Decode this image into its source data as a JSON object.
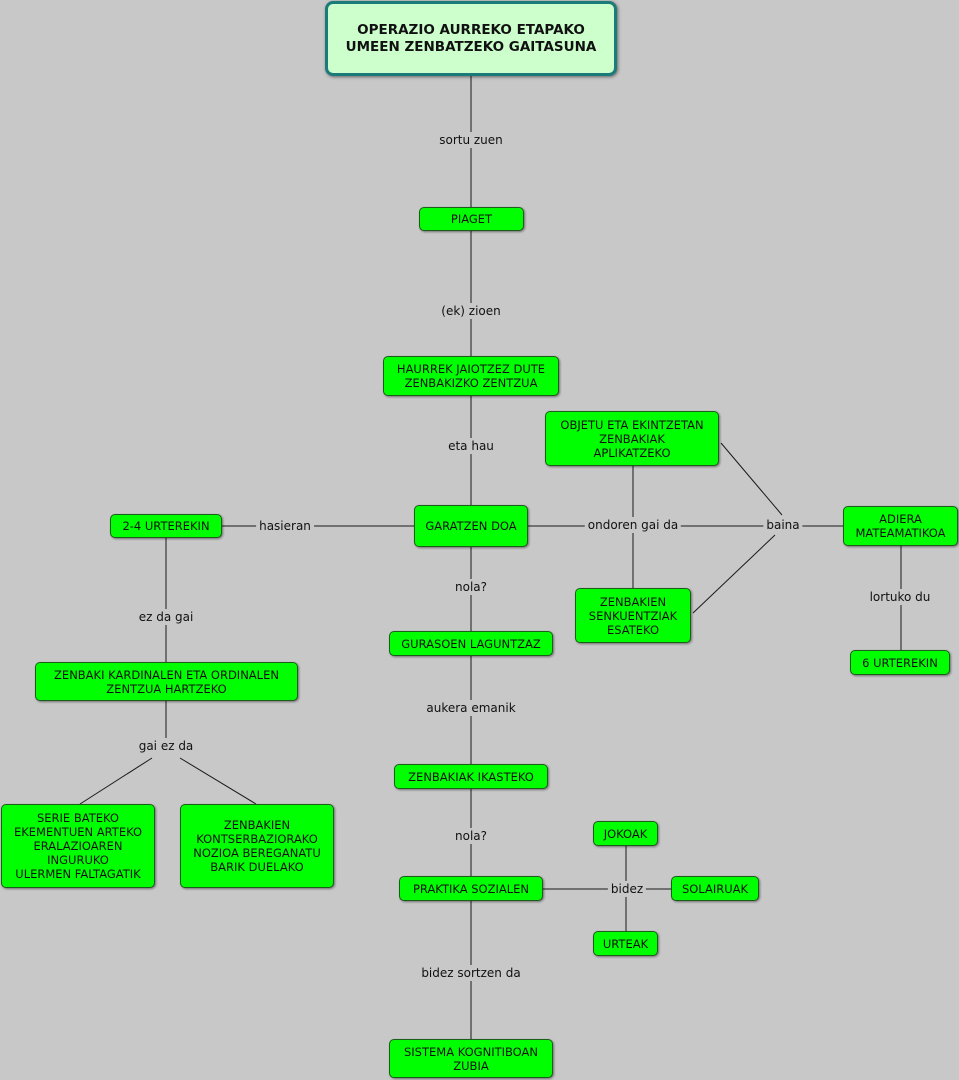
{
  "nodes": {
    "root": "OPERAZIO AURREKO ETAPAKO\nUMEEN ZENBATZEKO GAITASUNA",
    "piaget": "PIAGET",
    "haurrek": "HAURREK JAIOTZEZ DUTE\nZENBAKIZKO ZENTZUA",
    "garatzen": "GARATZEN DOA",
    "urte24": "2-4 URTEREKIN",
    "kardinal": "ZENBAKI KARDINALEN ETA ORDINALEN\nZENTZUA HARTZEKO",
    "serie": "SERIE BATEKO\nEKEMENTUEN ARTEKO\nERALAZIOAREN\nINGURUKO\nULERMEN FALTAGATIK",
    "kontserb": "ZENBAKIEN\nKONTSERBAZIORAKO\nNOZIOA BEREGANATU\nBARIK DUELAKO",
    "objetu": "OBJETU ETA EKINTZETAN\nZENBAKIAK\nAPLIKATZEKO",
    "senkuentz": "ZENBAKIEN\nSENKUENTZIAK\nESATEKO",
    "adiera": "ADIERA\nMATEAMATIKOA",
    "urte6": "6 URTEREKIN",
    "gurasoen": "GURASOEN LAGUNTZAZ",
    "ikasteko": "ZENBAKIAK IKASTEKO",
    "praktika": "PRAKTIKA SOZIALEN",
    "jokoak": "JOKOAK",
    "solairuak": "SOLAIRUAK",
    "urteak": "URTEAK",
    "sistema": "SISTEMA KOGNITIBOAN\nZUBIA"
  },
  "links": {
    "sortu": "sortu zuen",
    "ek": "(ek) zioen",
    "eta": "eta hau",
    "hasieran": "hasieran",
    "ezdagai": "ez da gai",
    "gaiezda": "gai ez da",
    "ondoren": "ondoren gai da",
    "baina": "baina",
    "lortuko": "lortuko du",
    "nola1": "nola?",
    "aukera": "aukera emanik",
    "nola2": "nola?",
    "bidez": "bidez",
    "bidezsortzen": "bidez sortzen da"
  }
}
